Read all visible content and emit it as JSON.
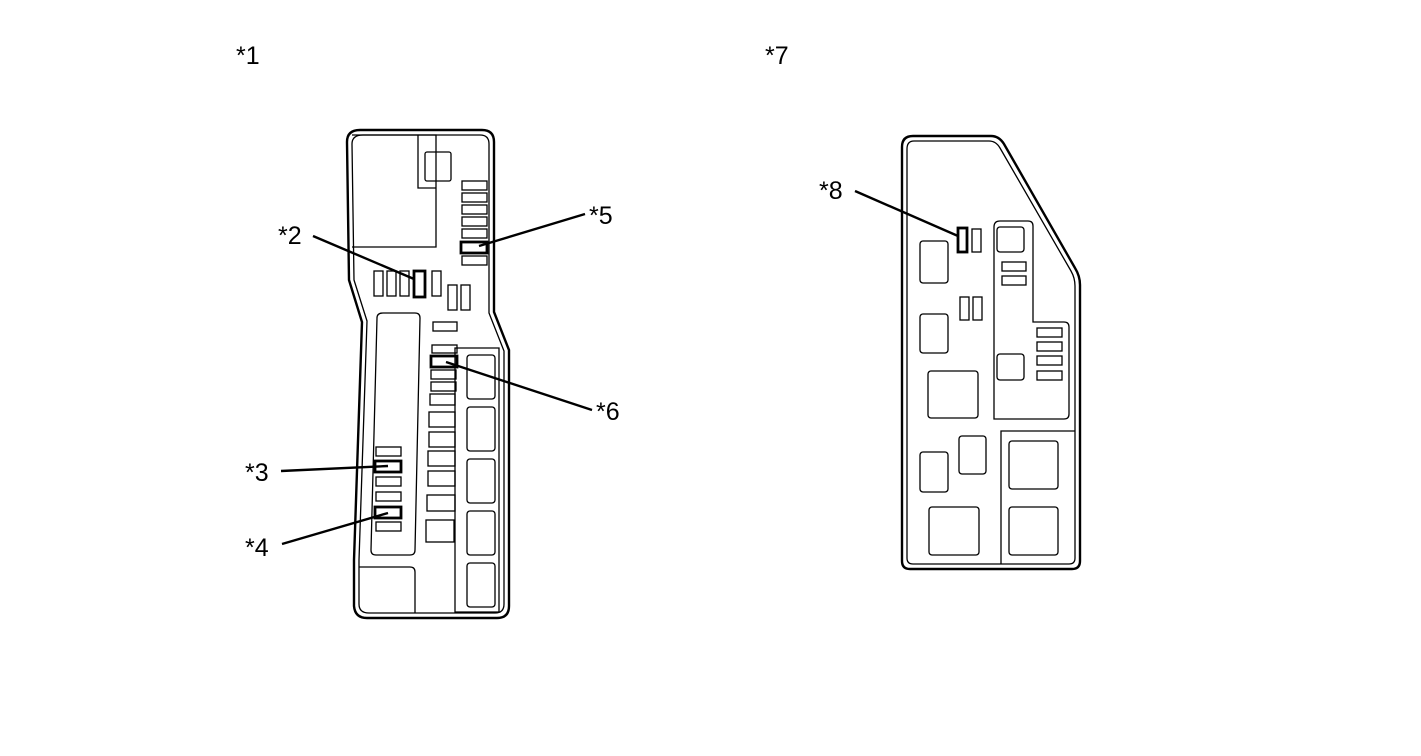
{
  "labels": {
    "l1": "*1",
    "l2": "*2",
    "l3": "*3",
    "l4": "*4",
    "l5": "*5",
    "l6": "*6",
    "l7": "*7",
    "l8": "*8"
  },
  "colors": {
    "line": "#000000",
    "background": "#ffffff"
  }
}
